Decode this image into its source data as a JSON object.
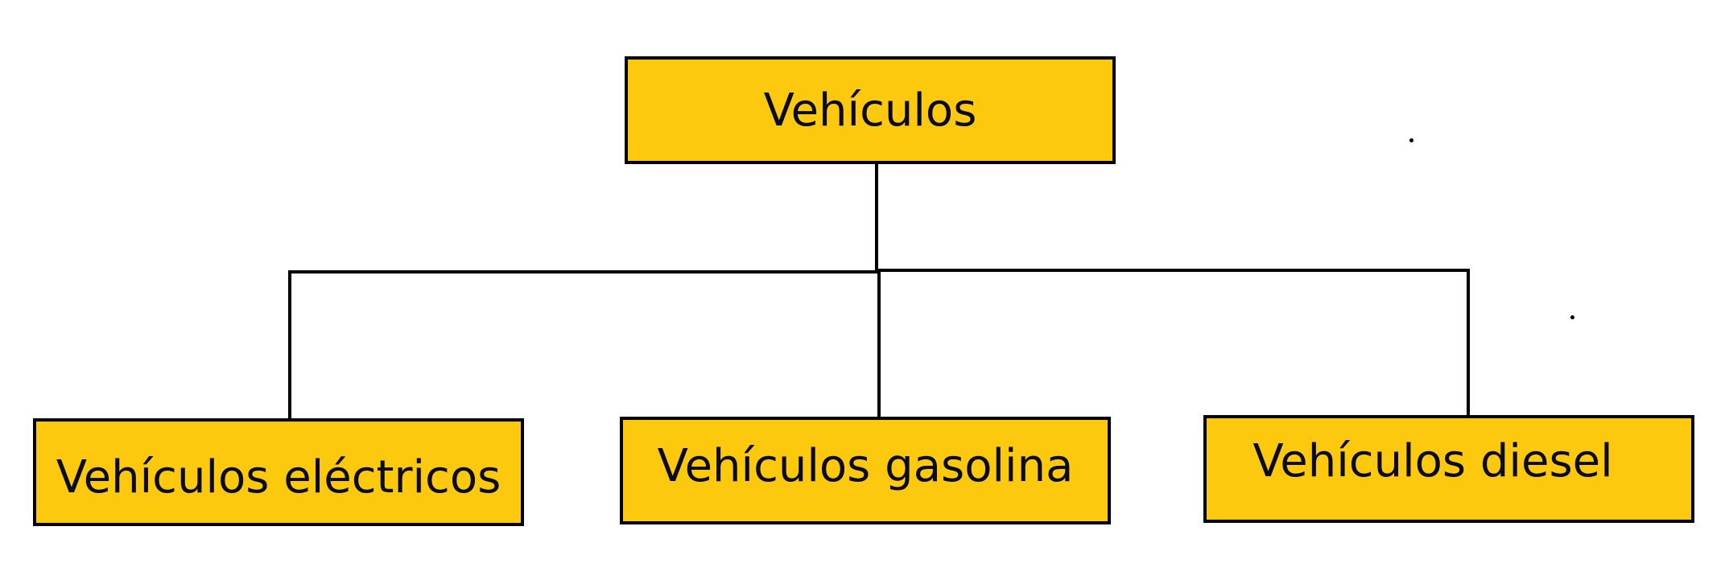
{
  "diagram": {
    "root": {
      "label": "Vehículos"
    },
    "children": [
      {
        "label": "Vehículos eléctricos"
      },
      {
        "label": "Vehículos gasolina"
      },
      {
        "label": "Vehículos diesel"
      }
    ]
  },
  "colors": {
    "node_fill": "#FDC90F",
    "node_border": "#000000",
    "connector": "#000000",
    "text": "#0B0B1F",
    "background": "#FFFFFF"
  }
}
